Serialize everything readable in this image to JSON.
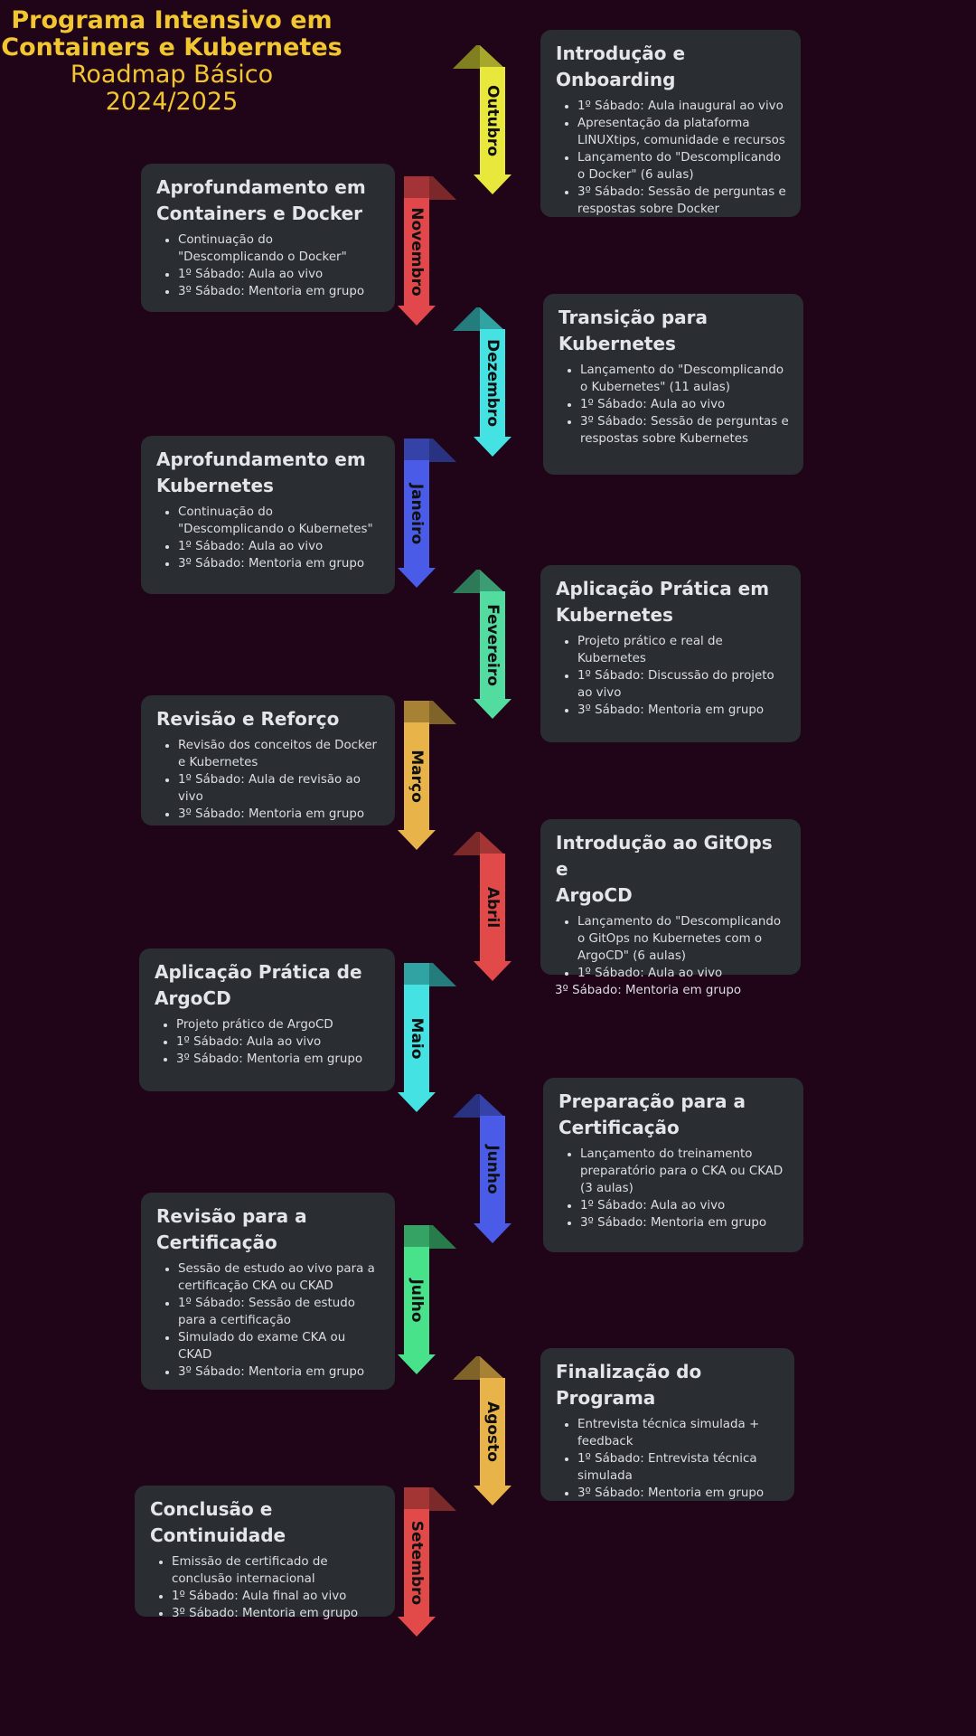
{
  "header": {
    "title_line1": "Programa Intensivo em",
    "title_line2": "Containers e Kubernetes",
    "subtitle_line1": "Roadmap Básico",
    "subtitle_line2": "2024/2025"
  },
  "months": [
    {
      "label": "Outubro",
      "color": "#e8e83c",
      "side": "right"
    },
    {
      "label": "Novembro",
      "color": "#e2474b",
      "side": "left"
    },
    {
      "label": "Dezembro",
      "color": "#44e2e2",
      "side": "right"
    },
    {
      "label": "Janeiro",
      "color": "#4a5be8",
      "side": "left"
    },
    {
      "label": "Fevereiro",
      "color": "#52dca0",
      "side": "right"
    },
    {
      "label": "Março",
      "color": "#e8b44a",
      "side": "left"
    },
    {
      "label": "Abril",
      "color": "#e24a4a",
      "side": "right"
    },
    {
      "label": "Maio",
      "color": "#44e2e2",
      "side": "left"
    },
    {
      "label": "Junho",
      "color": "#4a5be8",
      "side": "right"
    },
    {
      "label": "Julho",
      "color": "#48e28a",
      "side": "left"
    },
    {
      "label": "Agosto",
      "color": "#e8b44a",
      "side": "right"
    },
    {
      "label": "Setembro",
      "color": "#e24a4a",
      "side": "left"
    }
  ],
  "cards": [
    {
      "title_lines": [
        "Introdução e Onboarding"
      ],
      "items": [
        "1º Sábado: Aula inaugural ao vivo",
        "Apresentação da plataforma LINUXtips, comunidade e recursos",
        "Lançamento do \"Descomplicando o Docker\" (6 aulas)",
        "3º Sábado: Sessão de perguntas e respostas sobre Docker"
      ]
    },
    {
      "title_lines": [
        "Aprofundamento em",
        "Containers e Docker"
      ],
      "items": [
        "Continuação do \"Descomplicando o Docker\"",
        "1º Sábado: Aula ao vivo",
        "3º Sábado: Mentoria em grupo"
      ]
    },
    {
      "title_lines": [
        "Transição para",
        "Kubernetes"
      ],
      "items": [
        "Lançamento do \"Descomplicando o Kubernetes\" (11 aulas)",
        "1º Sábado: Aula ao vivo",
        "3º Sábado: Sessão de perguntas e respostas sobre Kubernetes"
      ]
    },
    {
      "title_lines": [
        "Aprofundamento em",
        "Kubernetes"
      ],
      "items": [
        "Continuação do \"Descomplicando o Kubernetes\"",
        "1º Sábado: Aula ao vivo",
        "3º Sábado: Mentoria em grupo"
      ]
    },
    {
      "title_lines": [
        "Aplicação Prática em",
        "Kubernetes"
      ],
      "items": [
        "Projeto prático e real de Kubernetes",
        "1º Sábado: Discussão do projeto ao vivo",
        "3º Sábado: Mentoria em grupo"
      ]
    },
    {
      "title_lines": [
        "Revisão e Reforço"
      ],
      "items": [
        "Revisão dos conceitos de Docker e Kubernetes",
        "1º Sábado: Aula de revisão ao vivo",
        "3º Sábado: Mentoria em grupo"
      ]
    },
    {
      "title_lines": [
        "Introdução ao GitOps e",
        "ArgoCD"
      ],
      "items": [
        "Lançamento do \"Descomplicando o GitOps no Kubernetes com o ArgoCD\" (6 aulas)",
        "1º Sábado: Aula ao vivo"
      ],
      "note": "3º Sábado: Mentoria em grupo"
    },
    {
      "title_lines": [
        "Aplicação Prática de",
        "ArgoCD"
      ],
      "items": [
        "Projeto prático de ArgoCD",
        "1º Sábado: Aula ao vivo",
        "3º Sábado: Mentoria em grupo"
      ]
    },
    {
      "title_lines": [
        "Preparação para a",
        "Certificação"
      ],
      "items": [
        "Lançamento do treinamento preparatório para o CKA ou CKAD (3 aulas)",
        "1º Sábado: Aula ao vivo",
        "3º Sábado: Mentoria em grupo"
      ]
    },
    {
      "title_lines": [
        "Revisão para a",
        "Certificação"
      ],
      "items": [
        "Sessão de estudo ao vivo para a certificação CKA ou CKAD",
        "1º Sábado: Sessão de estudo para a certificação",
        "Simulado do exame CKA ou CKAD",
        "3º Sábado: Mentoria em grupo"
      ]
    },
    {
      "title_lines": [
        "Finalização do Programa"
      ],
      "items": [
        "Entrevista técnica simulada + feedback",
        "1º Sábado: Entrevista técnica simulada",
        "3º Sábado: Mentoria em grupo"
      ]
    },
    {
      "title_lines": [
        "Conclusão e Continuidade"
      ],
      "items": [
        "Emissão de certificado de conclusão internacional",
        "1º Sábado: Aula final ao vivo",
        "3º Sábado: Mentoria em grupo"
      ]
    }
  ]
}
